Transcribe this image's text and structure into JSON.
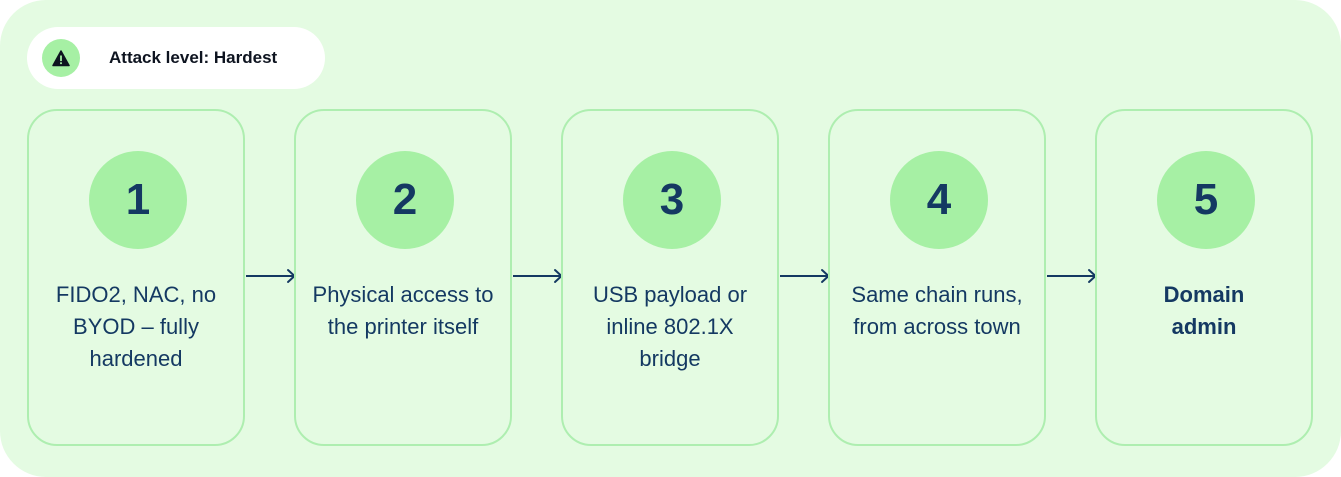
{
  "badge": {
    "icon": "warning-triangle-icon",
    "text": "Attack level: Hardest"
  },
  "steps": [
    {
      "number": "1",
      "text": "FIDO2, NAC, no BYOD – fully hardened"
    },
    {
      "number": "2",
      "text": "Physical access to the printer itself"
    },
    {
      "number": "3",
      "text": "USB payload or inline 802.1X bridge"
    },
    {
      "number": "4",
      "text": "Same chain runs, from across town"
    },
    {
      "number": "5",
      "text": "Domain admin"
    }
  ],
  "colors": {
    "panel_background": "#e4fbe2",
    "accent_green": "#a6f0a4",
    "card_border": "#aeeeb0",
    "text_navy": "#143962"
  }
}
